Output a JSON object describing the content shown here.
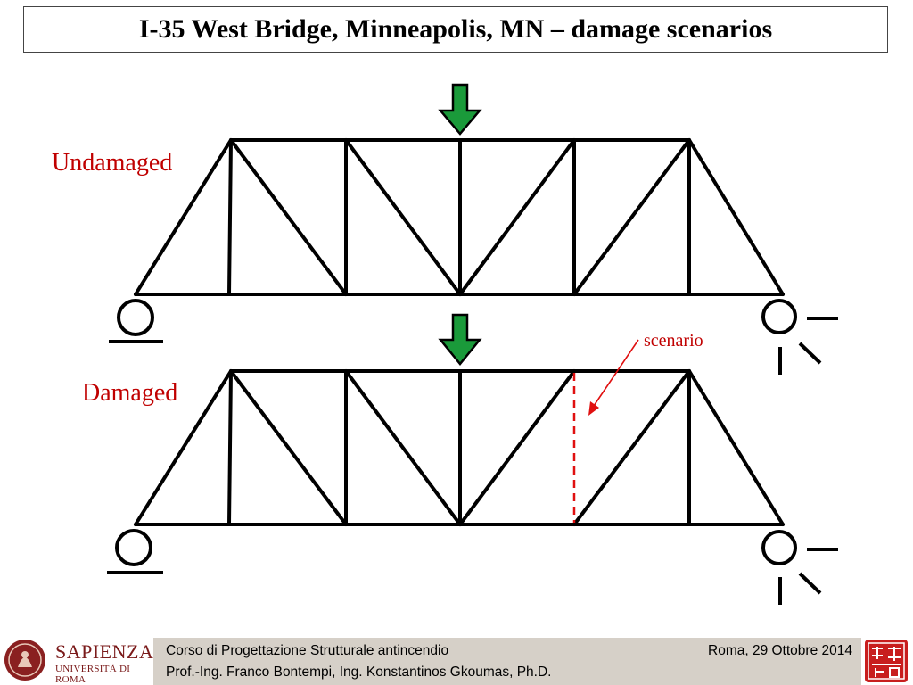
{
  "title": "I-35 West Bridge, Minneapolis, MN – damage scenarios",
  "labels": {
    "undamaged": "Undamaged",
    "damaged": "Damaged",
    "scenario": "scenario"
  },
  "footer": {
    "course": "Corso di Progettazione Strutturale antincendio",
    "authors": "Prof.-Ing. Franco Bontempi, Ing. Konstantinos Gkoumas, Ph.D.",
    "place_date": "Roma, 29 Ottobre 2014",
    "logo_word": "SAPIENZA",
    "logo_sub": "UNIVERSITÀ DI ROMA"
  },
  "colors": {
    "label": "#c00000",
    "load_arrow": "#1a9a3a",
    "damage_line": "#e01010",
    "footer_bar": "#d6d0c8",
    "logo": "#7a1a1a"
  },
  "icons": [
    "load-arrow-icon",
    "pin-support-icon",
    "roller-support-icon",
    "sapienza-seal-icon",
    "stamp-icon"
  ]
}
